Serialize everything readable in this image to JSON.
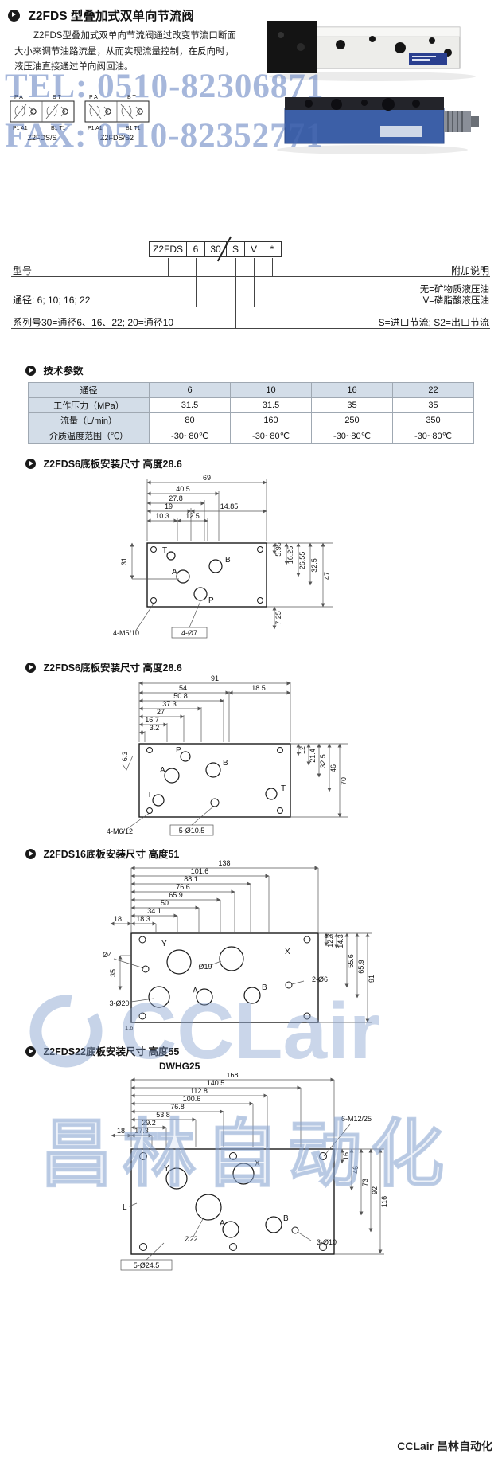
{
  "page": {
    "title": "Z2FDS 型叠加式双单向节流阀",
    "desc_line1": "Z2FDS型叠加式双单向节流阀通过改变节流口断面",
    "desc_line2": "大小来调节油路流量，从而实现流量控制，在反向时，",
    "desc_line3": "液压油直接通过单向阀回油。",
    "footer": "CCLair 昌林自动化"
  },
  "watermarks": {
    "tel": "TEL: 0510-82306871",
    "fax": "FAX: 0510-82352771",
    "brand": "CCLair",
    "brand_cn": "昌林自动化"
  },
  "symbols": {
    "left": {
      "tl": "P A",
      "tr": "B T",
      "bl": "P1 A1",
      "br": "B1 T1",
      "caption": "Z2FDS/S"
    },
    "right": {
      "tl": "P A",
      "tr": "B T",
      "bl": "P1 A1",
      "br": "B1 T1",
      "caption": "Z2FDS/S2"
    }
  },
  "model_code": {
    "boxes": [
      "Z2FDS",
      "6",
      "30",
      "S",
      "V",
      "*"
    ],
    "row1_left": "型号",
    "row1_right": "附加说明",
    "row2_left": "通径: 6; 10; 16; 22",
    "row2_right_line1": "无=矿物质液压油",
    "row2_right_line2": "V=磷脂酸液压油",
    "row3_left": "系列号30=通径6、16、22; 20=通径10",
    "row3_right": "S=进口节流; S2=出口节流"
  },
  "tech": {
    "section_title": "技术参数",
    "headers": [
      "通径",
      "6",
      "10",
      "16",
      "22"
    ],
    "rows": [
      {
        "label": "工作压力（MPa）",
        "v": [
          "31.5",
          "31.5",
          "35",
          "35"
        ]
      },
      {
        "label": "流量（L/min）",
        "v": [
          "80",
          "160",
          "250",
          "350"
        ]
      },
      {
        "label": "介质温度范围（℃）",
        "v": [
          "-30~80℃",
          "-30~80℃",
          "-30~80℃",
          "-30~80℃"
        ]
      }
    ]
  },
  "d1": {
    "title": "Z2FDS6底板安装尺寸 高度28.6",
    "dims": {
      "w69": "69",
      "w405": "40.5",
      "w278": "27.8",
      "w19": "19",
      "w1485": "14.85",
      "w103": "10.3",
      "w125": "12.5",
      "h31": "31",
      "r595": "5.95",
      "r1625": "16.25",
      "r2655": "26.55",
      "r325": "32.5",
      "r47": "47",
      "b725": "7.25",
      "thread": "4-M5/10",
      "holes": "4-Ø7",
      "pt": "T",
      "pa": "A",
      "pb": "B",
      "pp": "P"
    }
  },
  "d2": {
    "title": "Z2FDS6底板安装尺寸 高度28.6",
    "dims": {
      "w91": "91",
      "w54": "54",
      "w508": "50.8",
      "w373": "37.3",
      "w27": "27",
      "w167": "16.7",
      "w32": "3.2",
      "w185": "18.5",
      "r12": "12",
      "r214": "21.4",
      "r325": "32.5",
      "r46": "46",
      "r70": "70",
      "f63": "6.3",
      "thread": "4-M6/12",
      "holes": "5-Ø10.5",
      "pp": "P",
      "pa": "A",
      "pb": "B",
      "pt1": "T",
      "pt2": "T"
    }
  },
  "d3": {
    "title": "Z2FDS16底板安装尺寸 高度51",
    "dims": {
      "w138": "138",
      "w1016": "101.6",
      "w881": "88.1",
      "w766": "76.6",
      "w659": "65.9",
      "w50": "50",
      "w341": "34.1",
      "w183": "18.3",
      "l18": "18",
      "r16t": "1.6",
      "r127": "12.7",
      "r143": "14.3",
      "r556": "55.6",
      "r659": "65.9",
      "r91": "91",
      "b16": "1.6",
      "l35": "35",
      "d4": "Ø4",
      "d19": "Ø19",
      "d20": "3-Ø20",
      "d6": "2-Ø6",
      "px": "X",
      "py": "Y",
      "pa": "A",
      "pb": "B"
    }
  },
  "d4": {
    "title": "Z2FDS22底板安装尺寸 高度55",
    "subtitle": "DWHG25",
    "dims": {
      "w168": "168",
      "w1405": "140.5",
      "w1128": "112.8",
      "w1006": "100.6",
      "w768": "76.8",
      "w538": "53.8",
      "w292": "29.2",
      "w173": "17.3",
      "l18": "18",
      "r16": "16",
      "r46": "46",
      "r73": "73",
      "r92": "92",
      "r116": "116",
      "m": "6-M12/25",
      "d22": "Ø22",
      "d10": "3-Ø10",
      "d245": "5-Ø24.5",
      "px": "X",
      "py": "Y",
      "pa": "A",
      "pb": "B",
      "pl": "L"
    }
  }
}
